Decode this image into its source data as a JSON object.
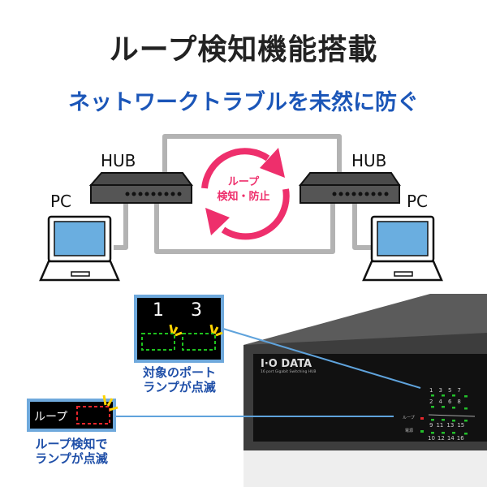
{
  "title": "ループ検知機能搭載",
  "subtitle": "ネットワークトラブルを未然に防ぐ",
  "diagram": {
    "hub_left": "HUB",
    "hub_right": "HUB",
    "pc_left": "PC",
    "pc_right": "PC",
    "loop_line1": "ループ",
    "loop_line2": "検知・防止"
  },
  "callouts": {
    "port_box": {
      "num1": "1",
      "num2": "3",
      "caption1": "対象のポート",
      "caption2": "ランプが点滅"
    },
    "loop_box": {
      "label": "ループ",
      "caption1": "ループ検知で",
      "caption2": "ランプが点滅"
    }
  },
  "device": {
    "brand": "I·O DATA",
    "model": "16 port Gigabit Switching HUB",
    "loop_led": "ループ",
    "power_led": "電源",
    "ports_top": [
      "1",
      "3",
      "5",
      "7"
    ],
    "ports_top2": [
      "2",
      "4",
      "6",
      "8"
    ],
    "ports_bottom": [
      "9",
      "11",
      "13",
      "15"
    ],
    "ports_bottom2": [
      "10",
      "12",
      "14",
      "16"
    ]
  },
  "colors": {
    "title_blue": "#1b56b8",
    "loop_pink": "#ee2f6c",
    "callout_border": "#6fa9dc",
    "led_green": "#22c02a",
    "led_red": "#e8262c"
  }
}
